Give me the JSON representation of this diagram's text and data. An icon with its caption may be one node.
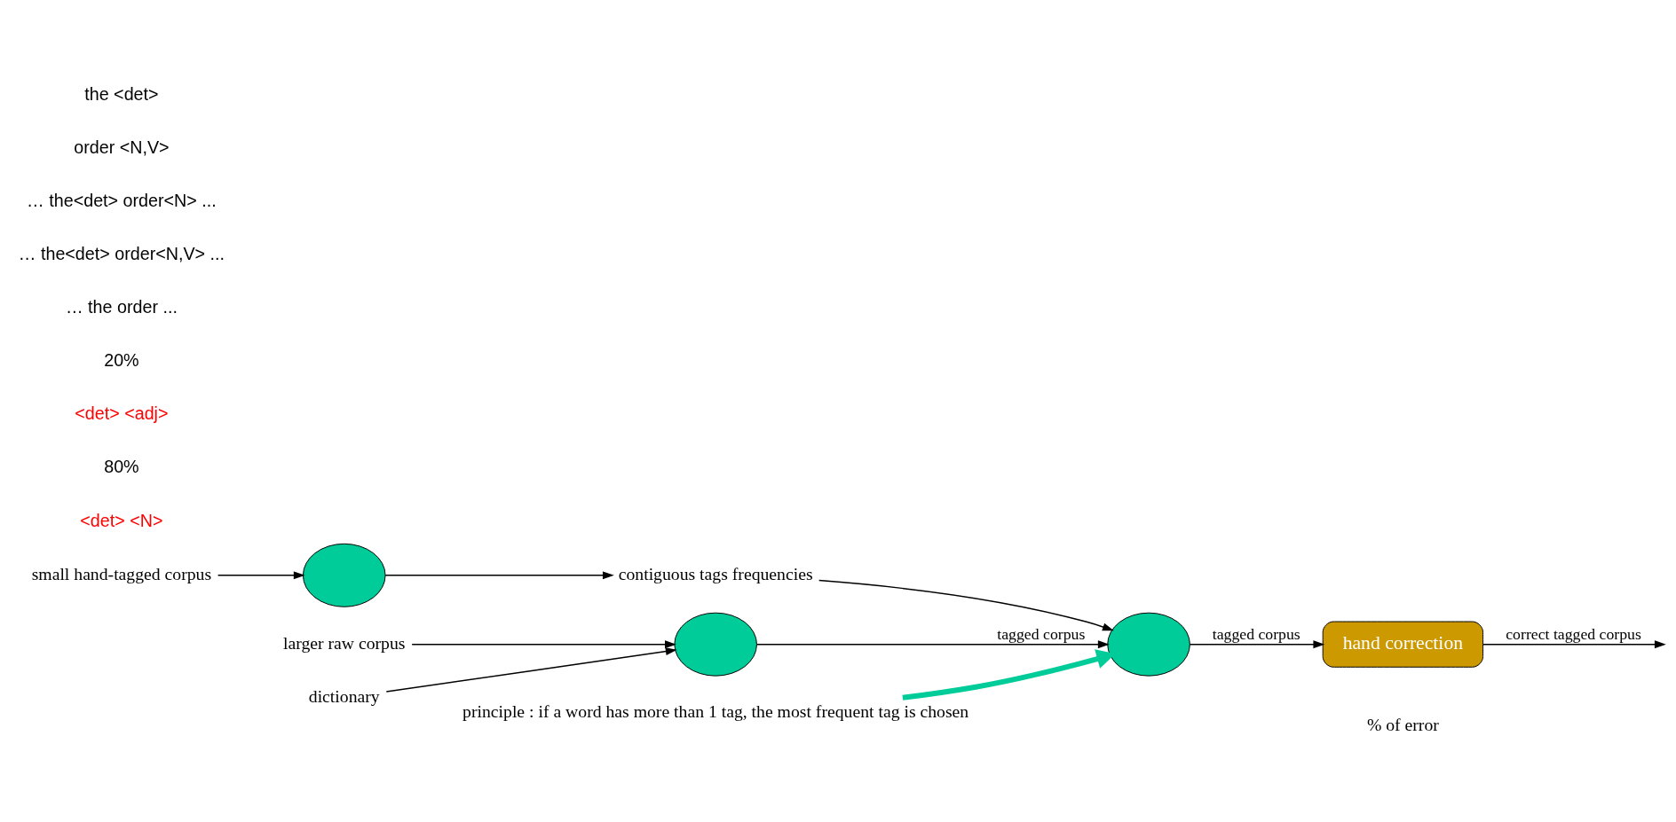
{
  "diagram": {
    "nodes": [
      {
        "text": [
          "small hand-tagged corpus"
        ]
      },
      {
        "text": [],
        "shape": "circle"
      },
      {
        "text": [
          "contiguous tags frequencies"
        ]
      },
      {
        "text": [],
        "shape": "circle"
      },
      {
        "text": [],
        "shape": "circle"
      },
      {
        "text": [
          "hand correction"
        ],
        "beside": [
          "% of error"
        ]
      },
      {
        "text": [
          "larger raw corpus"
        ]
      },
      {
        "text": [
          "dictionary"
        ]
      },
      {
        "text": [
          "principle : if a word has more than 1 tag, the most frequent tag is chosen"
        ]
      }
    ],
    "edges": [
      {
        "from": 0,
        "to": 1,
        "arrow": "to"
      },
      {
        "from": 1,
        "to": 2,
        "arrow": "to"
      },
      {
        "from": 2,
        "to": 4,
        "arrow": "to"
      },
      {
        "from": 6,
        "to": 3,
        "arrow": "to"
      },
      {
        "from": 3,
        "to": 4,
        "arrow": "to",
        "label": "tagged corpus"
      },
      {
        "from": 4,
        "to": 5,
        "arrow": "to",
        "label": "tagged corpus"
      },
      {
        "from": 5,
        "to": null,
        "arrow": "to",
        "label": "correct tagged corpus"
      },
      {
        "from": 7,
        "to": 3,
        "arrow": "to"
      },
      {
        "from": 8,
        "to": 4,
        "arrow": "to",
        "style": "thick",
        "color": "#00cc99"
      }
    ],
    "labels": [
      "<det> <N>",
      "80%",
      "<det> <adj>",
      "20%",
      "… the order ...",
      "… the<det> order<N,V> ...",
      "… the<det> order<N> ...",
      "order <N,V>",
      "the <det>"
    ]
  }
}
